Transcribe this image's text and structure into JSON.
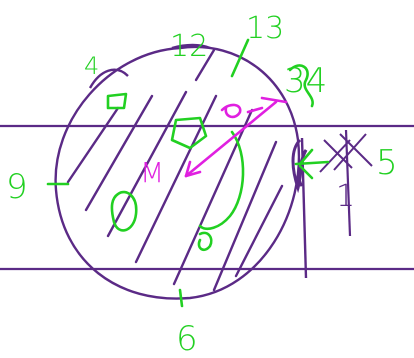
{
  "colors": {
    "background": "#ffffff",
    "purple_ink": "#5b2a86",
    "green_ink": "#22d022",
    "magenta_ink": "#e020e0"
  },
  "labels": {
    "twelve": "12",
    "one_three": "13",
    "three_four": "34",
    "five": "5",
    "six": "6",
    "nine": "9",
    "small_top_left": "4",
    "one_right": "1",
    "m_letter": "M"
  }
}
